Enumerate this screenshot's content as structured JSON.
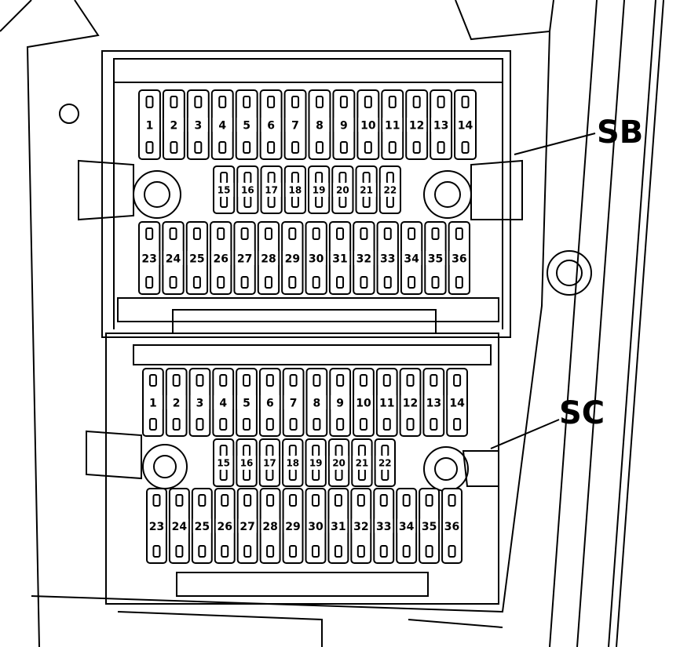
{
  "fuse_boxes": [
    {
      "label": "SB",
      "rows": [
        [
          "1",
          "2",
          "3",
          "4",
          "5",
          "6",
          "7",
          "8",
          "9",
          "10",
          "11",
          "12",
          "13",
          "14"
        ],
        [
          "15",
          "16",
          "17",
          "18",
          "19",
          "20",
          "21",
          "22"
        ],
        [
          "23",
          "24",
          "25",
          "26",
          "27",
          "28",
          "29",
          "30",
          "31",
          "32",
          "33",
          "34",
          "35",
          "36"
        ]
      ]
    },
    {
      "label": "SC",
      "rows": [
        [
          "1",
          "2",
          "3",
          "4",
          "5",
          "6",
          "7",
          "8",
          "9",
          "10",
          "11",
          "12",
          "13",
          "14"
        ],
        [
          "15",
          "16",
          "17",
          "18",
          "19",
          "20",
          "21",
          "22"
        ],
        [
          "23",
          "24",
          "25",
          "26",
          "27",
          "28",
          "29",
          "30",
          "31",
          "32",
          "33",
          "34",
          "35",
          "36"
        ]
      ]
    }
  ]
}
